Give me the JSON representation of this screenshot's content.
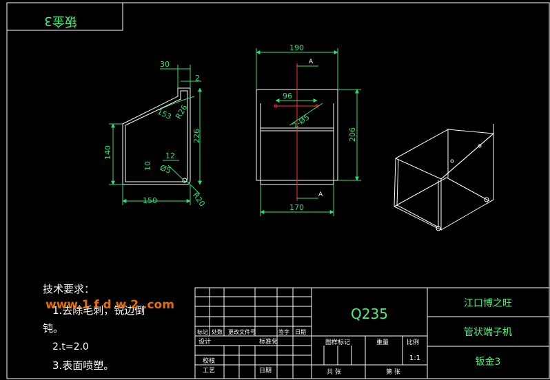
{
  "title_box": {
    "text": "钣金3"
  },
  "side_view": {
    "dims": [
      "30",
      "2",
      "R26",
      "153",
      "226",
      "140",
      "12",
      "10",
      "Ø5",
      "R20",
      "150"
    ]
  },
  "front_view": {
    "dims": {
      "top": "190",
      "right": "206",
      "bottom": "170",
      "inner": "96",
      "hole": "2-Ø5"
    },
    "section_labels": [
      "A",
      "A"
    ]
  },
  "notes": {
    "heading": "技术要求：",
    "line1": "1.去除毛刺，锐边倒",
    "line1b": "钝。",
    "line2": "2.t=2.0",
    "line3": "3.表面喷塑。"
  },
  "watermark": "www.1 f d w 2 .com",
  "title_block": {
    "material": "Q235",
    "company": "江口博之旺",
    "product": "管状端子机",
    "part": "钣金3",
    "rev_headers": [
      "标记",
      "处数",
      "更改文件号",
      "签字",
      "日期"
    ],
    "sign_rows": [
      "设计",
      "标准化",
      "校核",
      "工艺",
      "日期"
    ],
    "labels": [
      "图样标记",
      "重量",
      "比例"
    ],
    "scale": "1:1",
    "sheets_total": "共 张",
    "sheet_no": "第 张"
  },
  "colors": {
    "frame": "#ffffff",
    "dimension": "#2fe07a",
    "red_center": "#ff3030",
    "title_text": "#4df07f",
    "watermark": "#ff7a00"
  }
}
